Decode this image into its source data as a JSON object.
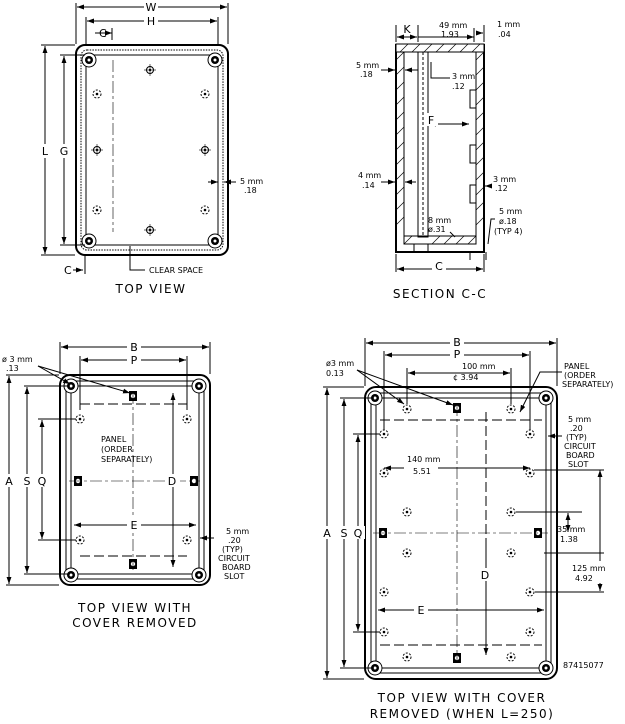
{
  "top_view": {
    "caption": "TOP VIEW",
    "dim_w": "W",
    "dim_h": "H",
    "dim_c_top": "C",
    "dim_c_bottom": "C",
    "dim_l": "L",
    "dim_g": "G",
    "wall_mm": "5 mm",
    "wall_in": ".18",
    "clear_space": "CLEAR SPACE"
  },
  "section": {
    "caption": "SECTION C-C",
    "k": "K",
    "top_mm": "49 mm",
    "top_in": "1.93",
    "gap_mm": "1 mm",
    "gap_in": ".04",
    "left_mm": "5 mm",
    "left_in": ".18",
    "rib_mm": "3 mm",
    "rib_in": ".12",
    "f": "F",
    "side_mm": "4 mm",
    "side_in": ".14",
    "right_mm": "3 mm",
    "right_in": ".12",
    "hole_mm": "8 mm",
    "hole_in": "ø.31",
    "screw_mm": "5 mm",
    "screw_in": "ø.18",
    "screw_note": "(TYP 4)",
    "c": "C"
  },
  "cover_removed": {
    "caption_line1": "TOP VIEW WITH",
    "caption_line2": "COVER REMOVED",
    "b": "B",
    "p": "P",
    "hole_mm": "ø 3 mm",
    "hole_in": ".13",
    "panel_1": "PANEL",
    "panel_2": "(ORDER",
    "panel_3": "SEPARATELY)",
    "a": "A",
    "s": "S",
    "q": "Q",
    "d": "D",
    "e": "E",
    "slot_mm": "5 mm",
    "slot_in": ".20",
    "slot_1": "(TYP)",
    "slot_2": "CIRCUIT",
    "slot_3": "BOARD",
    "slot_4": "SLOT"
  },
  "cover_removed_l250": {
    "caption_line1": "TOP VIEW WITH COVER",
    "caption_line2": "REMOVED (WHEN L=250)",
    "b": "B",
    "p": "P",
    "hole_mm": "ø3 mm",
    "hole_in": "0.13",
    "spacing_mm": "100 mm",
    "spacing_in": "¢ 3.94",
    "panel_1": "PANEL",
    "panel_2": "(ORDER",
    "panel_3": "SEPARATELY)",
    "slot_mm": "5 mm",
    "slot_in": ".20",
    "slot_1": "(TYP)",
    "slot_2": "CIRCUIT",
    "slot_3": "BOARD",
    "slot_4": "SLOT",
    "w140_mm": "140 mm",
    "w140_in": "5.51",
    "v35_mm": "35 mm",
    "v35_in": "1.38",
    "v125_mm": "125 mm",
    "v125_in": "4.92",
    "a": "A",
    "s": "S",
    "q": "Q",
    "d": "D",
    "e": "E",
    "part_number": "87415077"
  }
}
